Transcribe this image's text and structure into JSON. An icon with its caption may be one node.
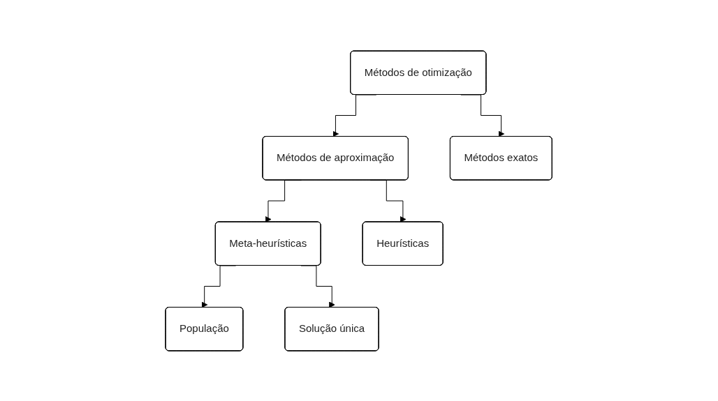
{
  "diagram": {
    "nodes": [
      {
        "text": [
          "Métodos de otimização"
        ]
      },
      {
        "text": [
          "Métodos de aproximação"
        ]
      },
      {
        "text": [
          "Métodos exatos"
        ]
      },
      {
        "text": [
          "Meta-heurísticas"
        ]
      },
      {
        "text": [
          "Heurísticas"
        ]
      },
      {
        "text": [
          "População"
        ]
      },
      {
        "text": [
          "Solução única"
        ]
      }
    ],
    "edges": [
      {
        "from": 0,
        "to": 1,
        "arrow": "to"
      },
      {
        "from": 0,
        "to": 2,
        "arrow": "to"
      },
      {
        "from": 1,
        "to": 3,
        "arrow": "to"
      },
      {
        "from": 1,
        "to": 4,
        "arrow": "to"
      },
      {
        "from": 3,
        "to": 5,
        "arrow": "to"
      },
      {
        "from": 3,
        "to": 6,
        "arrow": "to"
      }
    ]
  }
}
